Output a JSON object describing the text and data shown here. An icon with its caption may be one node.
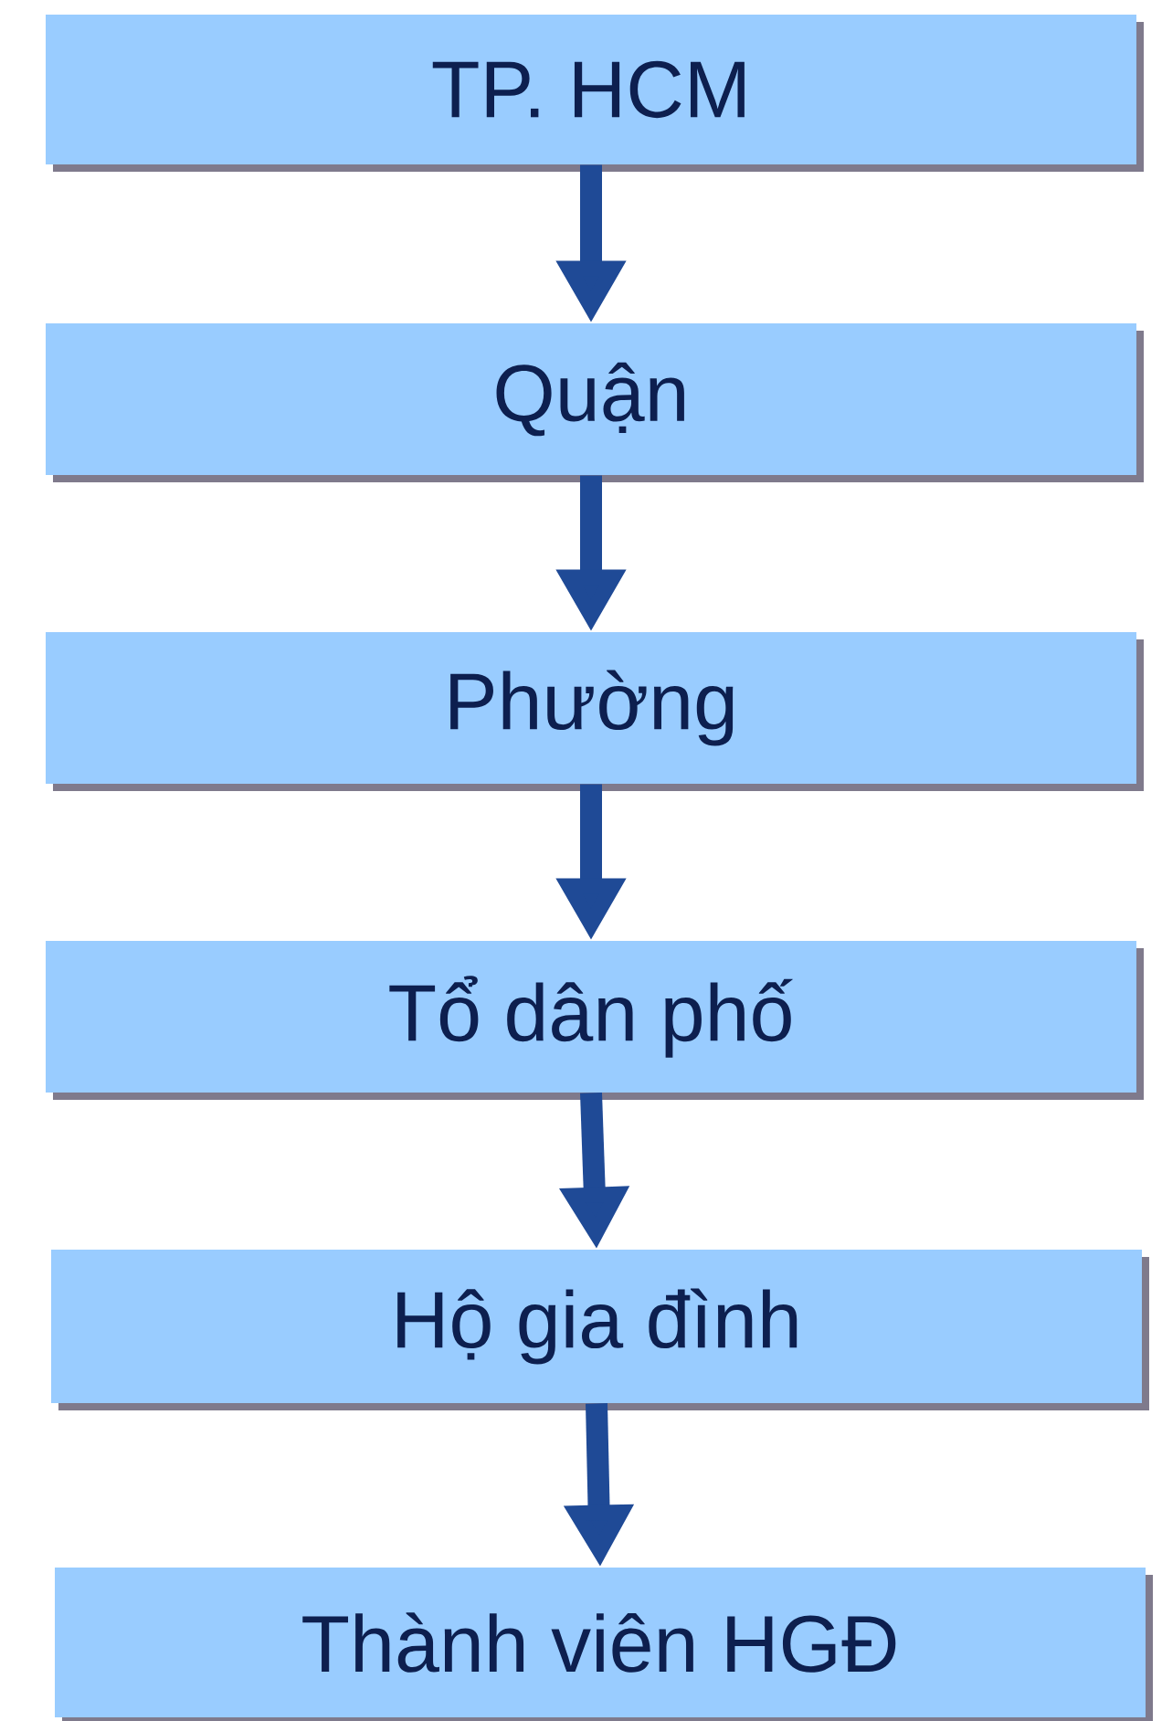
{
  "diagram": {
    "nodes": [
      {
        "text": [
          "TP. HCM"
        ]
      },
      {
        "text": [
          "Quận"
        ]
      },
      {
        "text": [
          "Phường"
        ]
      },
      {
        "text": [
          "Tổ dân phố"
        ]
      },
      {
        "text": [
          "Hộ gia đình"
        ]
      },
      {
        "text": [
          "Thành viên HGĐ"
        ]
      }
    ],
    "edges": [
      {
        "from": 0,
        "to": 1,
        "arrow": "to"
      },
      {
        "from": 1,
        "to": 2,
        "arrow": "to"
      },
      {
        "from": 2,
        "to": 3,
        "arrow": "to"
      },
      {
        "from": 3,
        "to": 4,
        "arrow": "to"
      },
      {
        "from": 4,
        "to": 5,
        "arrow": "to"
      }
    ]
  }
}
